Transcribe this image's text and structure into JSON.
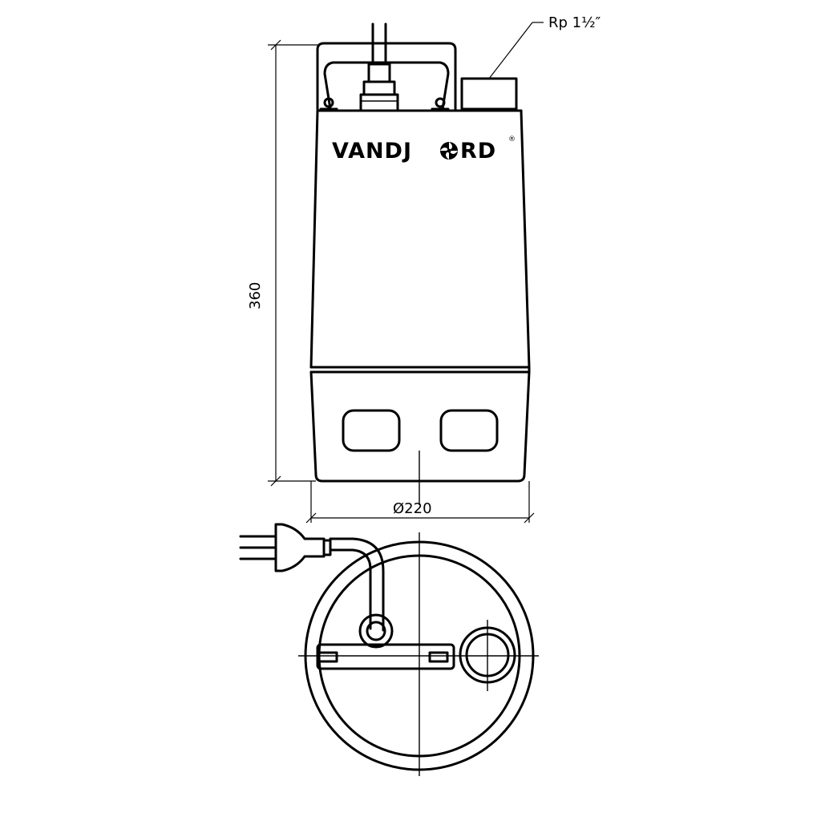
{
  "labels": {
    "outlet_thread": "Rp 1½″",
    "height_dimension": "360",
    "diameter_dimension": "Ø220",
    "brand_name_left": "VANDJ",
    "brand_name_right": "RD",
    "registered_mark": "®"
  },
  "icons": {
    "brand_logo_mark": "pinwheel-o-icon",
    "power_plug": "plug-icon"
  },
  "colors": {
    "line": "#000000",
    "background": "#ffffff"
  }
}
